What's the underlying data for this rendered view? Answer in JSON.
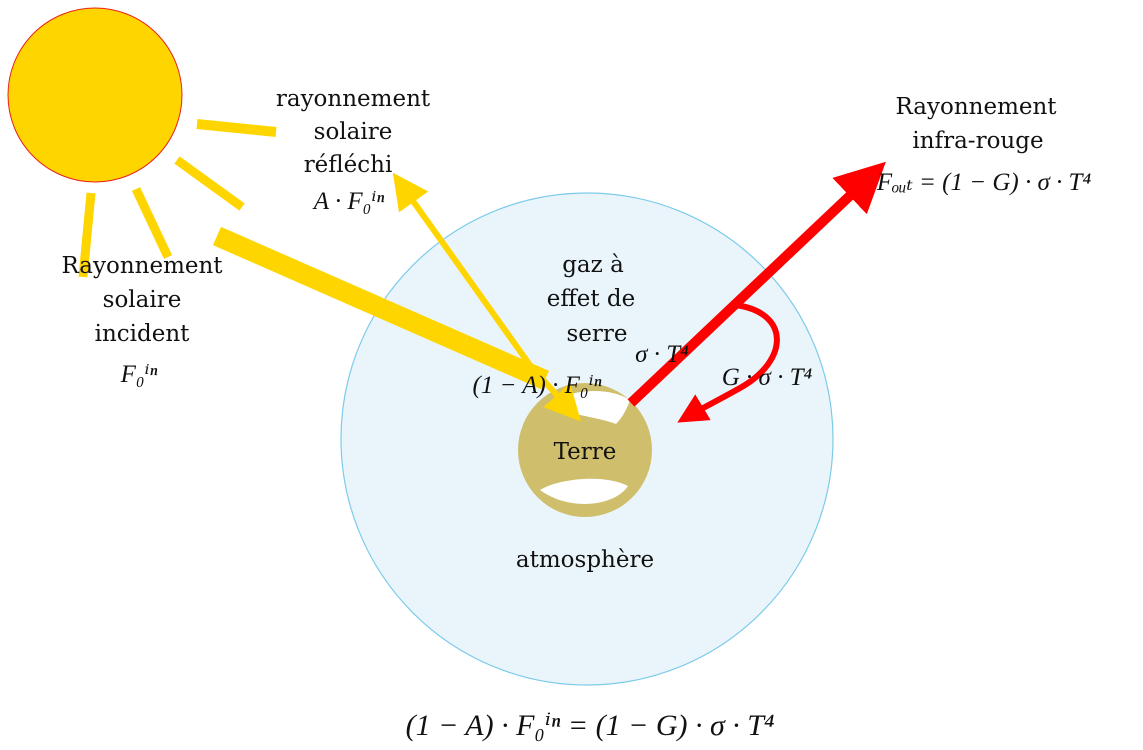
{
  "colors": {
    "sun": "#FFD500",
    "sun_outline": "#E8201A",
    "solar_beam": "#FFD500",
    "infrared": "#FF0000",
    "atmosphere_fill": "#EAF5FB",
    "atmosphere_outline": "#7DCBEA",
    "earth": "#CFBE6B"
  },
  "labels": {
    "reflected": [
      "rayonnement",
      "solaire",
      "réfléchi"
    ],
    "reflected_formula": "A · F₀ⁱⁿ",
    "incident": [
      "Rayonnement",
      "solaire",
      "incident"
    ],
    "incident_formula": "F₀ⁱⁿ",
    "infrared": [
      "Rayonnement",
      "infra-rouge"
    ],
    "infrared_formula": "Fₒᵤₜ = (1 − G) · σ · T⁴",
    "ghg": [
      "gaz à",
      "effet de",
      "serre"
    ],
    "emitted": "σ · T⁴",
    "back_radiation": "G · σ · T⁴",
    "absorbed": "(1 − A) · F₀ⁱⁿ",
    "earth": "Terre",
    "atmosphere": "atmosphère",
    "balance": "(1 − A) · F₀ⁱⁿ = (1 − G) · σ · T⁴"
  }
}
